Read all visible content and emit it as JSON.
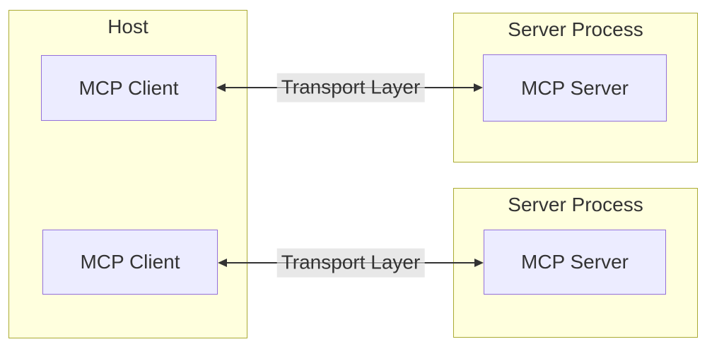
{
  "colors": {
    "canvas_bg": "#ffffff",
    "cluster_fill": "#ffffde",
    "cluster_border": "#aaaa33",
    "node_fill": "#ececff",
    "node_border": "#9370db",
    "edge_color": "#333333",
    "edge_label_bg": "#e8e8e8",
    "text_color": "#333333"
  },
  "diagram": {
    "clusters": {
      "host": {
        "title": "Host"
      },
      "server_process_1": {
        "title": "Server Process"
      },
      "server_process_2": {
        "title": "Server Process"
      }
    },
    "nodes": {
      "mcp_client_1": {
        "label": "MCP Client"
      },
      "mcp_server_1": {
        "label": "MCP Server"
      },
      "mcp_client_2": {
        "label": "MCP Client"
      },
      "mcp_server_2": {
        "label": "MCP Server"
      }
    },
    "edges": {
      "transport_1": {
        "label": "Transport Layer"
      },
      "transport_2": {
        "label": "Transport Layer"
      }
    }
  }
}
